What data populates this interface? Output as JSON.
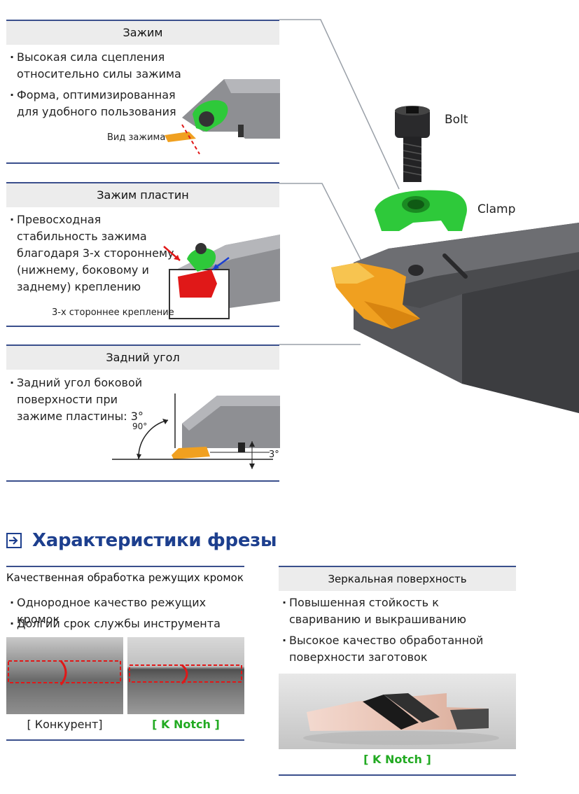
{
  "panels": {
    "clamp": {
      "title": "Зажим",
      "bullets": [
        "Высокая сила сцепления относительно силы зажима",
        "Форма, оптимизированная для удобного пользования"
      ],
      "caption": "Вид зажима"
    },
    "insert_clamp": {
      "title": "Зажим пластин",
      "bullets": [
        "Превосходная стабильность зажима благодаря 3-х стороннему (нижнему, боковому и заднему) креплению"
      ],
      "caption": "3-х стороннее крепление"
    },
    "relief": {
      "title": "Задний угол",
      "bullets": [
        "Задний угол боковой поверхности при зажиме пластины: 3°"
      ],
      "angle_label": "90°",
      "small_angle_label": "3°"
    }
  },
  "assembly": {
    "bolt_label": "Bolt",
    "clamp_label": "Clamp"
  },
  "section": {
    "title": "Характеристики фрезы"
  },
  "features": {
    "edge": {
      "title": "Качественная обработка режущих кромок",
      "bullets": [
        "Однородное качество режущих кромок",
        "Долгий срок службы инструмента"
      ],
      "competitor_label": "[ Конкурент]",
      "knotch_label": "[ K Notch ]"
    },
    "mirror": {
      "title": "Зеркальная поверхность",
      "bullets": [
        "Повышенная стойкость к свариванию и выкрашиванию",
        "Высокое качество обработанной поверхности заготовок"
      ],
      "knotch_label": "[ K Notch ]"
    }
  },
  "colors": {
    "accent_blue": "#1d3f8e",
    "rule_blue": "#3a4f8c",
    "knotch_green": "#22aa22",
    "clamp_green": "#2ec93a",
    "insert_orange": "#f0a020",
    "marker_red": "#e01818"
  }
}
